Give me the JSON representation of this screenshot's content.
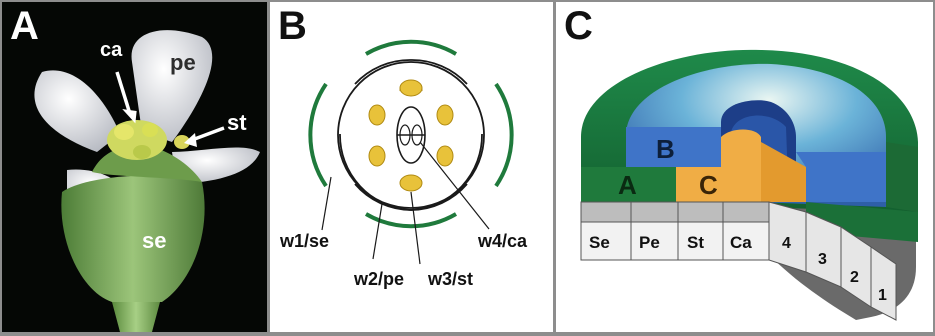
{
  "panels": {
    "a": {
      "letter": "A",
      "labels": {
        "ca": "ca",
        "pe": "pe",
        "st": "st",
        "se": "se"
      }
    },
    "b": {
      "letter": "B",
      "labels": {
        "w1": "w1/se",
        "w2": "w2/pe",
        "w3": "w3/st",
        "w4": "w4/ca"
      }
    },
    "c": {
      "letter": "C",
      "zones": {
        "a": "A",
        "b": "B",
        "c": "C"
      },
      "organs": [
        "Se",
        "Pe",
        "St",
        "Ca"
      ],
      "whorls": [
        "4",
        "3",
        "2",
        "1"
      ]
    }
  },
  "colors": {
    "green": "#1f7a3c",
    "yellow": "#e8c23a",
    "blue": "#3f74c8",
    "orange": "#f0ad45",
    "petal": "#e8e8ee"
  }
}
